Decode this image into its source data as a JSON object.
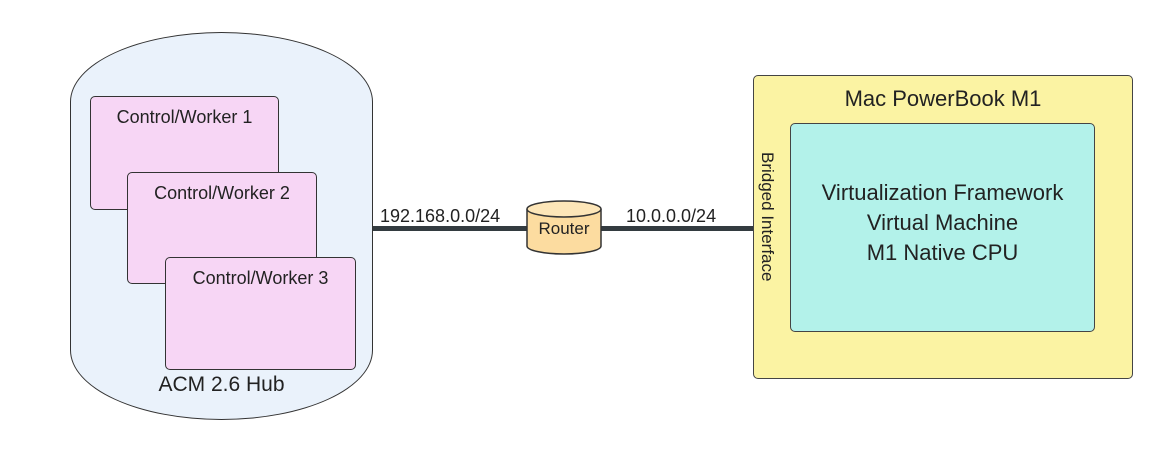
{
  "hub": {
    "label": "ACM 2.6 Hub",
    "color": "#eaf2fb",
    "workers": [
      {
        "label": "Control/Worker 1"
      },
      {
        "label": "Control/Worker 2"
      },
      {
        "label": "Control/Worker 3"
      }
    ],
    "worker_color": "#f7d6f5"
  },
  "links": {
    "left_subnet": "192.168.0.0/24",
    "right_subnet": "10.0.0.0/24",
    "line_color": "#333b40"
  },
  "router": {
    "label": "Router",
    "color": "#fcdca0"
  },
  "mac": {
    "title": "Mac PowerBook M1",
    "color": "#fbf3a3",
    "interface_label": "Bridged Interface",
    "vm": {
      "lines": [
        "Virtualization Framework",
        "Virtual Machine",
        "M1 Native CPU"
      ],
      "color": "#b3f2ea"
    }
  }
}
